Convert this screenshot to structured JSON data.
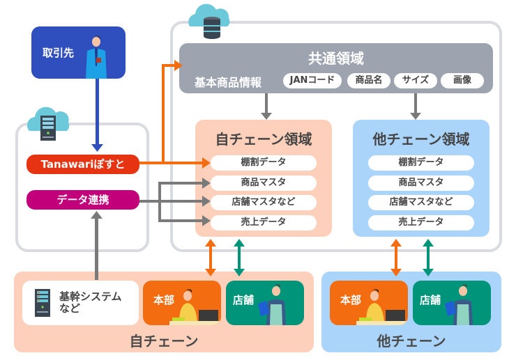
{
  "colors": {
    "orange": "#f36c10",
    "green": "#00957a",
    "gray_arrow": "#7a7a7a",
    "blue_arrow": "#2e4fbd",
    "tanawari_red": "#e63312",
    "data_link_magenta": "#c2007a",
    "cloud": "#6cc9d9"
  },
  "client": {
    "label": "取引先"
  },
  "system": {
    "tanawari_label": "Tanawariぽすと",
    "data_link_label": "データ連携"
  },
  "common_area": {
    "title": "共通領域",
    "info_label": "基本商品情報",
    "chips": [
      "JANコード",
      "商品名",
      "サイズ",
      "画像"
    ]
  },
  "self_area": {
    "title": "自チェーン領域",
    "items": [
      "棚割データ",
      "商品マスタ",
      "店舗マスタなど",
      "売上データ"
    ]
  },
  "other_area": {
    "title": "他チェーン領域",
    "items": [
      "棚割データ",
      "商品マスタ",
      "店舗マスタなど",
      "売上データ"
    ]
  },
  "self_chain": {
    "label": "自チェーン",
    "core_system_label_1": "基幹システム",
    "core_system_label_2": "など",
    "hq_label": "本部",
    "store_label": "店舗"
  },
  "other_chain": {
    "label": "他チェーン",
    "hq_label": "本部",
    "store_label": "店舗"
  }
}
